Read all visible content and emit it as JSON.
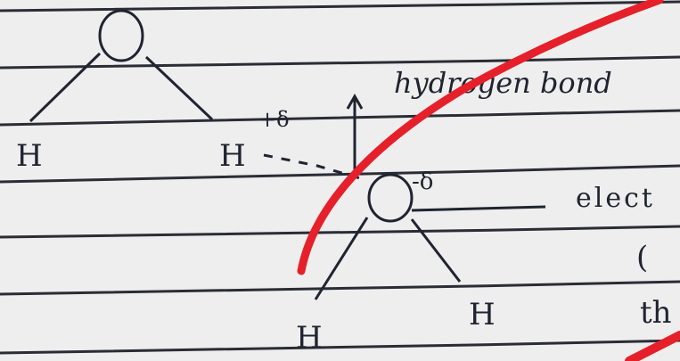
{
  "molecule_top": {
    "oxygen": "O",
    "hydrogen_left": "H",
    "hydrogen_right": "H",
    "partial_charge": "+δ"
  },
  "molecule_bottom": {
    "oxygen": "O",
    "hydrogen_left": "H",
    "hydrogen_right": "H",
    "partial_charge": "-δ"
  },
  "labels": {
    "hydrogen_bond": "hydrogen bond",
    "electron_partial": "elect",
    "paren_partial": "(",
    "th_partial": "th"
  },
  "colors": {
    "paper": "#efeeee",
    "rule_line": "#2a2d36",
    "ink": "#1f2430",
    "marker_red": "#e5202a"
  }
}
